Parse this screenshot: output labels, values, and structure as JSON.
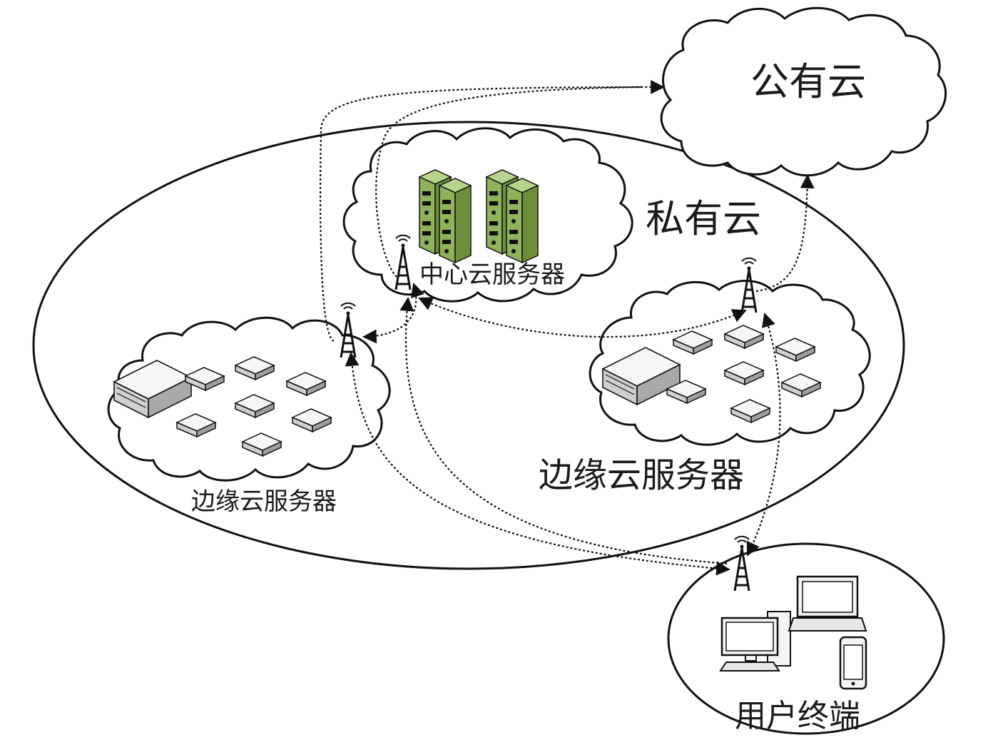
{
  "labels": {
    "public_cloud": "公有云",
    "private_cloud": "私有云",
    "center_cloud_server": "中心云服务器",
    "edge_cloud_server_right": "边缘云服务器",
    "edge_cloud_server_left": "边缘云服务器",
    "user_terminal": "用户终端"
  },
  "colors": {
    "outline": "#111111",
    "server_green": "#8fb35a",
    "server_green_dark": "#5e7d33",
    "device_light": "#f2f2f2",
    "device_shade": "#bdbdbd"
  }
}
